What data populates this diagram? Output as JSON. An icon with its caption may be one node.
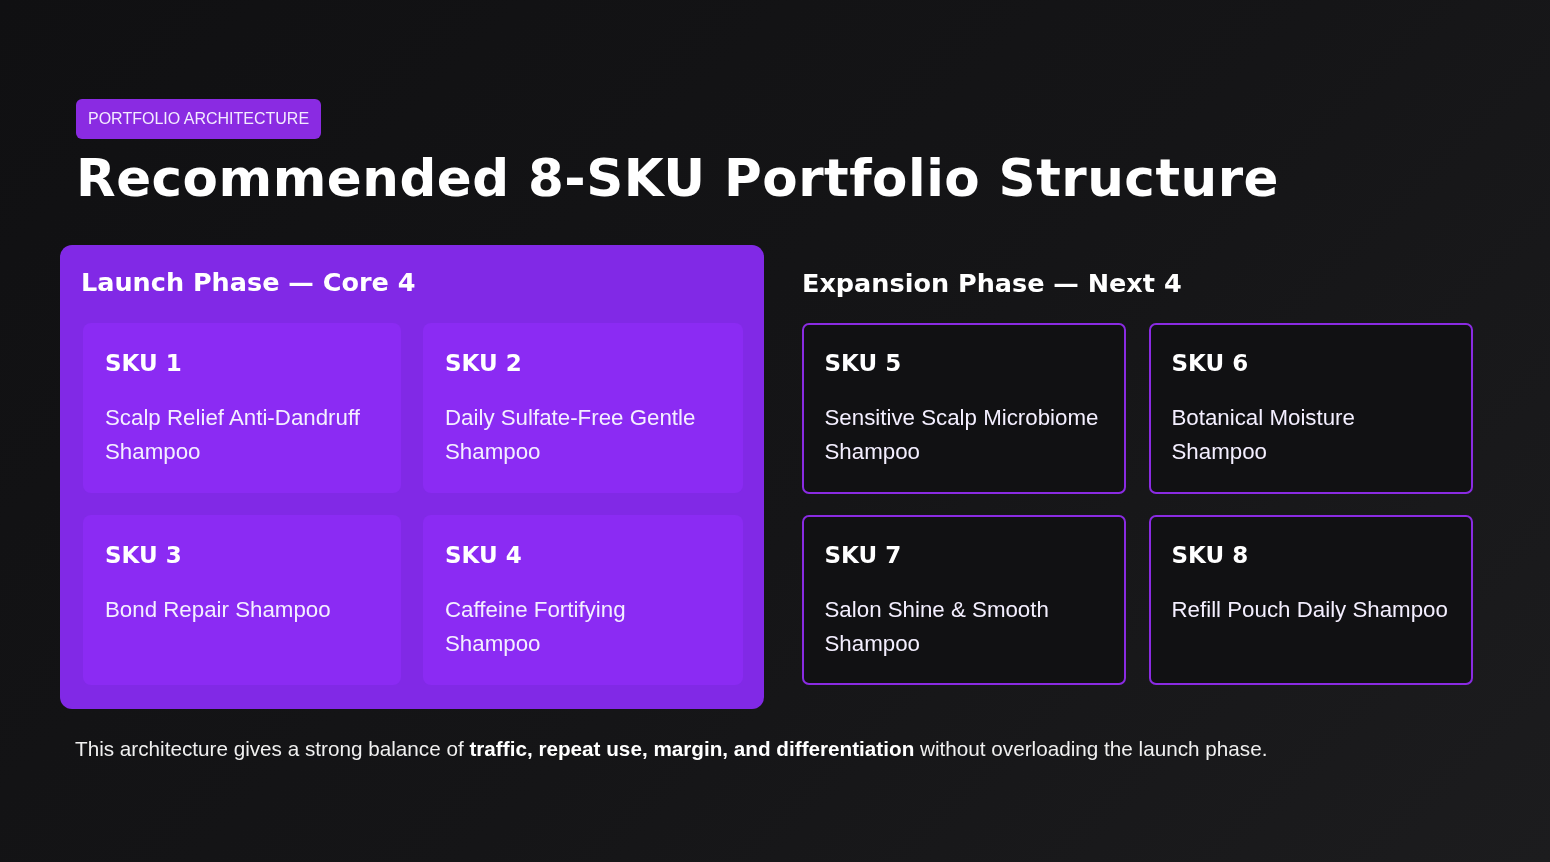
{
  "diagram": {
    "title": "Recommended 8-SKU Portfolio Structure",
    "caption": "This architecture gives a strong balance of **traffic, repeat use, margin, and differentiation** without overloading the launch phase.",
    "nodes": [
      {
        "text": [
          "PORTFOLIO ARCHITECTURE"
        ]
      },
      {
        "text": [
          "Launch Phase — Core 4"
        ]
      },
      {
        "text": [
          "SKU 1",
          "Scalp Relief Anti-Dandruff Shampoo"
        ],
        "in": 1
      },
      {
        "text": [
          "SKU 2",
          "Daily Sulfate-Free Gentle Shampoo"
        ],
        "in": 1
      },
      {
        "text": [
          "SKU 3",
          "Bond Repair Shampoo"
        ],
        "in": 1
      },
      {
        "text": [
          "SKU 4",
          "Caffeine Fortifying Shampoo"
        ],
        "in": 1
      },
      {
        "text": [
          "SKU 5",
          "Sensitive Scalp Microbiome Shampoo"
        ]
      },
      {
        "text": [
          "SKU 6",
          "Botanical Moisture Shampoo"
        ]
      },
      {
        "text": [
          "SKU 7",
          "Salon Shine & Smooth Shampoo"
        ]
      },
      {
        "text": [
          "SKU 8",
          "Refill Pouch Daily Shampoo"
        ]
      }
    ],
    "labels": [
      "Expansion Phase — Next 4"
    ]
  }
}
